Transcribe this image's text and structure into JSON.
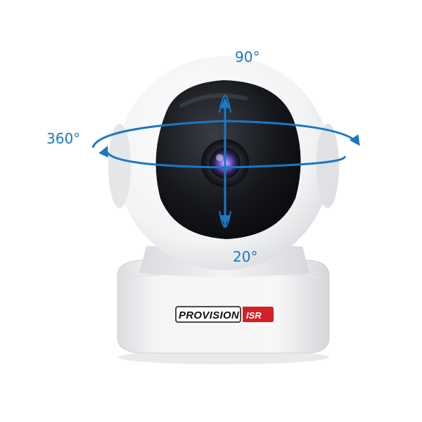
{
  "labels": {
    "pan": "360°",
    "tilt_up": "90°",
    "tilt_down": "20°"
  },
  "brand": {
    "name": "PROVISION",
    "suffix": "ISR"
  },
  "colors": {
    "arrow": "#1a78c4",
    "brand_red": "#d42027",
    "lens_dark": "#0b0d12"
  }
}
